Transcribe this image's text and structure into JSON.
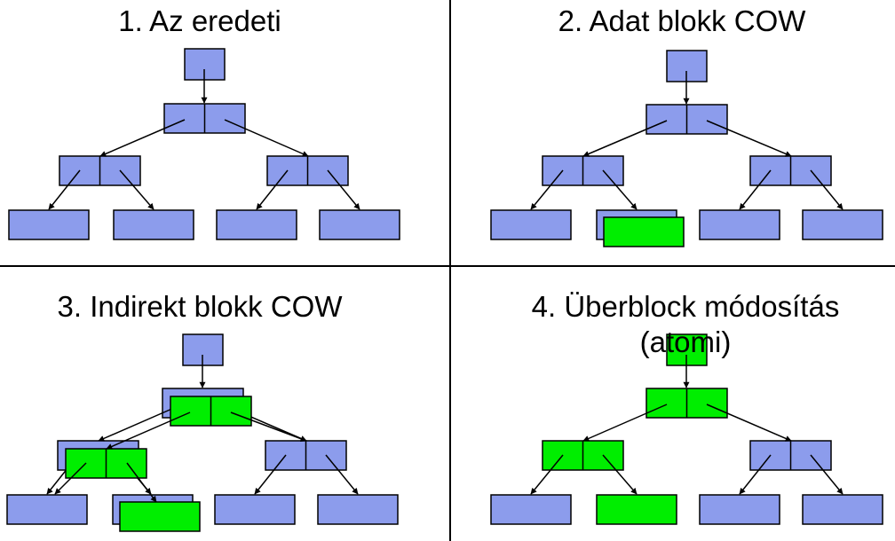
{
  "colors": {
    "background": "#ffffff",
    "original_block": "#8c9cec",
    "new_block": "#00ee00",
    "stroke": "#000000",
    "divider": "#000000"
  },
  "panels": [
    {
      "id": "panel-1",
      "title": "1. Az eredeti"
    },
    {
      "id": "panel-2",
      "title": "2. Adat blokk COW"
    },
    {
      "id": "panel-3",
      "title": "3. Indirekt blokk COW"
    },
    {
      "id": "panel-4",
      "title_line1": "4. Überblock módosítás",
      "title_line2": "(atomi)"
    }
  ]
}
